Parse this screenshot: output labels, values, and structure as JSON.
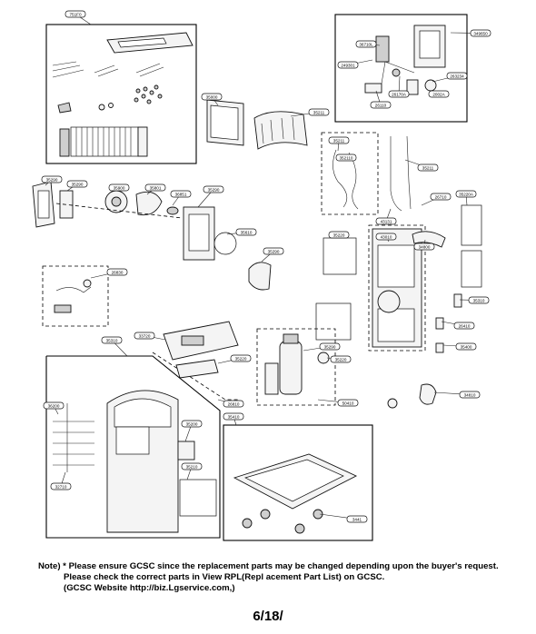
{
  "callouts": [
    {
      "id": "pn-box-kit",
      "label": "751F0"
    },
    {
      "id": "pn-grille-top",
      "label": "349650"
    },
    {
      "id": "pn-motor-a",
      "label": "36710L"
    },
    {
      "id": "pn-switch-a",
      "label": "249301"
    },
    {
      "id": "pn-pump",
      "label": "263234"
    },
    {
      "id": "pn-sensor-a",
      "label": "26170A"
    },
    {
      "id": "pn-sensor-b",
      "label": "26110"
    },
    {
      "id": "pn-sensor-c",
      "label": "2002A"
    },
    {
      "id": "pn-cond-left",
      "label": "35000"
    },
    {
      "id": "pn-cond-right",
      "label": "35211"
    },
    {
      "id": "pn-evap-a",
      "label": "35211"
    },
    {
      "id": "pn-evap-b",
      "label": "352110"
    },
    {
      "id": "pn-evap-c",
      "label": "35211"
    },
    {
      "id": "pn-fan-bracket",
      "label": "35290"
    },
    {
      "id": "pn-fan-housing",
      "label": "35290"
    },
    {
      "id": "pn-motor-b",
      "label": "35900"
    },
    {
      "id": "pn-shroud",
      "label": "35801"
    },
    {
      "id": "pn-nut",
      "label": "36851"
    },
    {
      "id": "pn-scroll",
      "label": "35290"
    },
    {
      "id": "pn-blower",
      "label": "35610"
    },
    {
      "id": "pn-drain",
      "label": "35290"
    },
    {
      "id": "pn-pipe",
      "label": "43131"
    },
    {
      "id": "pn-clip",
      "label": "26710"
    },
    {
      "id": "pn-panel-right",
      "label": "35220A"
    },
    {
      "id": "pn-filter-a",
      "label": "35220"
    },
    {
      "id": "pn-rear-cabinet",
      "label": "43010"
    },
    {
      "id": "pn-rear-cover",
      "label": "34800"
    },
    {
      "id": "pn-cap-a",
      "label": "35310"
    },
    {
      "id": "pn-cap-b",
      "label": "26410"
    },
    {
      "id": "pn-cap-c",
      "label": "35400"
    },
    {
      "id": "pn-wire-box",
      "label": "26830"
    },
    {
      "id": "pn-control",
      "label": "33720"
    },
    {
      "id": "pn-front-cabinet",
      "label": "35310"
    },
    {
      "id": "pn-compressor",
      "label": "35290"
    },
    {
      "id": "pn-filter-b",
      "label": "35220"
    },
    {
      "id": "pn-louver",
      "label": "35220"
    },
    {
      "id": "pn-panel-a",
      "label": "26810"
    },
    {
      "id": "pn-base",
      "label": "35410"
    },
    {
      "id": "pn-base-b",
      "label": "50410"
    },
    {
      "id": "pn-wheel-set",
      "label": "34810"
    },
    {
      "id": "pn-vane-a",
      "label": "36200"
    },
    {
      "id": "pn-vane-b",
      "label": "35200"
    },
    {
      "id": "pn-filter-c",
      "label": "35210"
    },
    {
      "id": "pn-filter-d",
      "label": "32710"
    },
    {
      "id": "pn-caster",
      "label": "3441"
    }
  ],
  "note": {
    "line1": "Note) * Please ensure GCSC since the replacement parts may be changed depending upon the buyer's request.",
    "line2": "Please check  the correct parts in View RPL(Repl   acement Part List) on GCSC.",
    "line3": "(GCSC Website  http://biz.Lgservice.com,)"
  },
  "page_number": "6/18/"
}
